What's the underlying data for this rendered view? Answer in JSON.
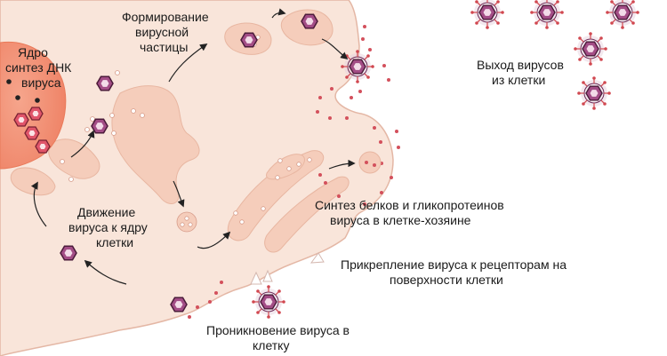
{
  "labels": {
    "nucleus_title": "Ядро",
    "nucleus_sub1": "синтез ДНК",
    "nucleus_sub2": "вируса",
    "formation1": "Формирование",
    "formation2": "вирусной",
    "formation3": "частицы",
    "exit1": "Выход вирусов",
    "exit2": "из клетки",
    "synthesis1": "Синтез белков и гликопротеинов",
    "synthesis2": "вируса в клетке-хозяине",
    "movement1": "Движение",
    "movement2": "вируса к ядру",
    "movement3": "клетки",
    "attach1": "Прикрепление вируса к рецепторам на",
    "attach2": "поверхности клетки",
    "penetration1": "Проникновение вируса в",
    "penetration2": "клетку"
  },
  "colors": {
    "cell": "#f9e5da",
    "cell_edge": "#e4b7a5",
    "organelle": "#f5cdbb",
    "nucleus": "#f08b6e",
    "virus_fill": "#a34d86",
    "virus_dark": "#4b1b3a",
    "spike": "#d14850",
    "arrow": "#222222"
  }
}
